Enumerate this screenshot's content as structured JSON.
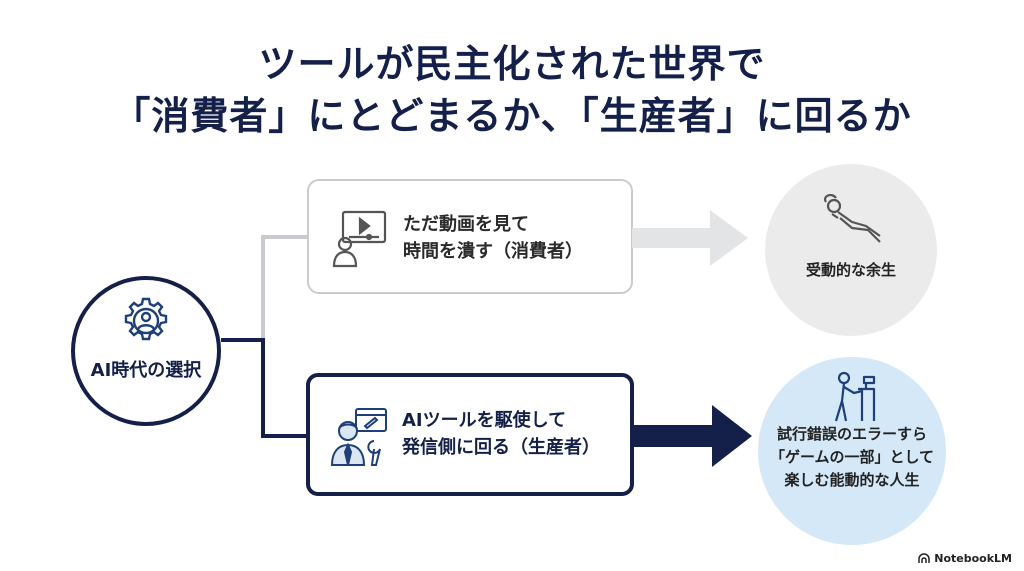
{
  "title": {
    "line1": "ツールが民主化された世界で",
    "line2": "「消費者」にとどまるか、「生産者」に回るか"
  },
  "hub": {
    "label": "AI時代の選択",
    "icon": "gear-person-icon"
  },
  "consumer_path": {
    "line1": "ただ動画を見て",
    "line2": "時間を潰す（消費者）",
    "icon": "video-viewer-icon",
    "outcome": {
      "text": "受動的な余生",
      "icon": "reclining-person-icon"
    }
  },
  "producer_path": {
    "line1": "AIツールを駆使して",
    "line2": "発信側に回る（生産者）",
    "icon": "builder-person-icon",
    "outcome": {
      "line1": "試行錯誤のエラーすら",
      "line2": "「ゲームの一部」として",
      "line3": "楽しむ能動的な人生",
      "icon": "standing-desk-person-icon"
    }
  },
  "brand": {
    "name": "NotebookLM"
  },
  "colors": {
    "navy": "#14204a",
    "gray_line": "#c9cbcf",
    "gray_circle": "#ebebec",
    "blue_circle": "#d4e8f7"
  }
}
